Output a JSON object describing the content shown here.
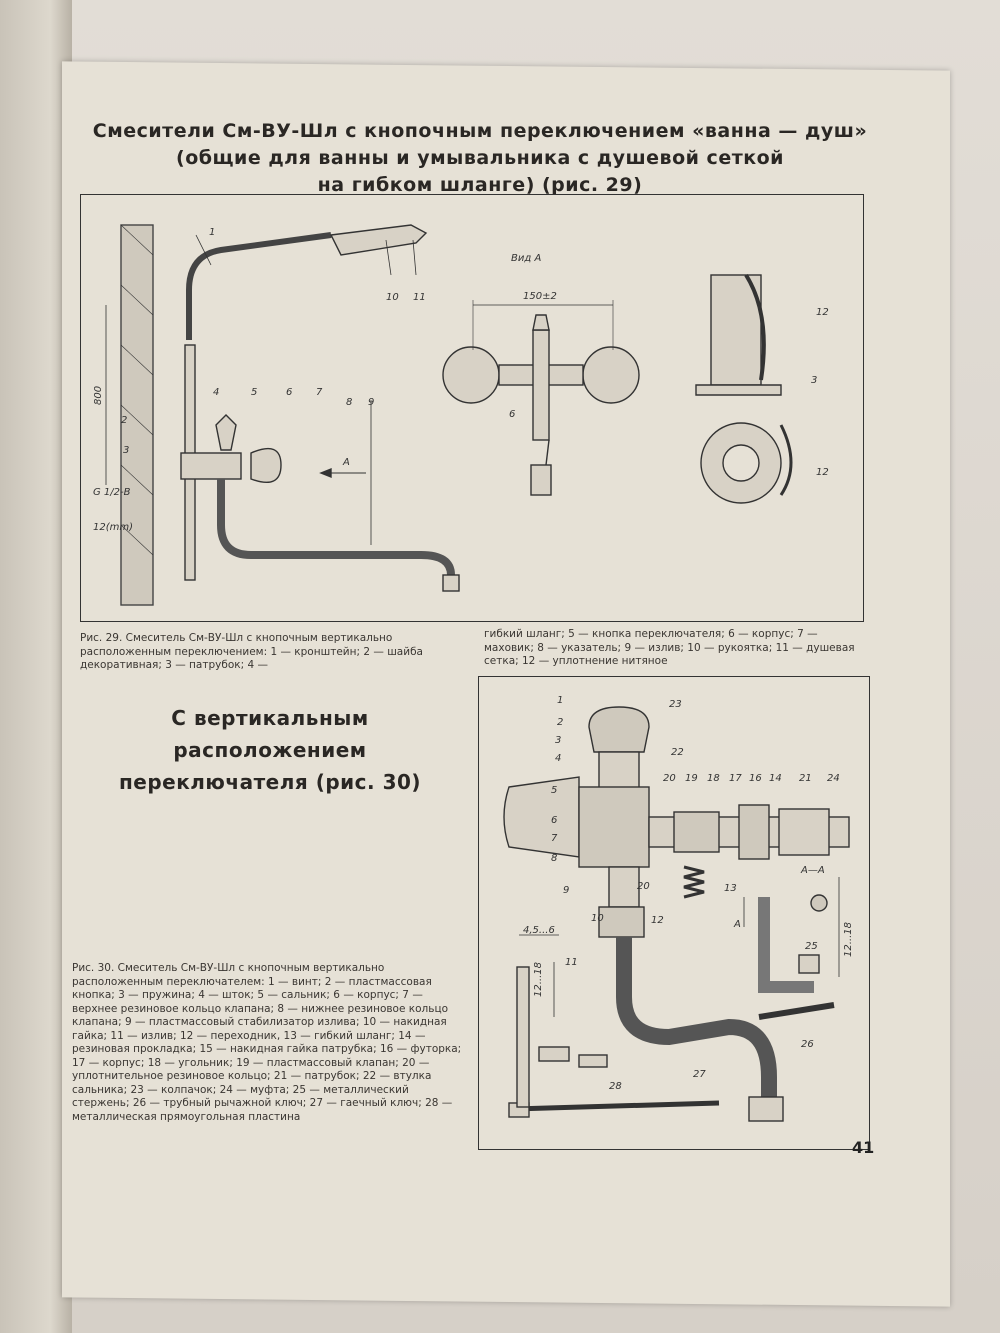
{
  "page": {
    "title_line1": "Смесители См-ВУ-Шл с кнопочным переключением «ванна — душ»",
    "title_line2": "(общие для ванны и умывальника с душевой сеткой",
    "title_line3": "на гибком шланге) (рис. 29)",
    "subtitle_line1": "С вертикальным расположением",
    "subtitle_line2": "переключателя (рис. 30)",
    "page_number": "41"
  },
  "figure29": {
    "view_label": "Вид А",
    "dimension_top": "150±2",
    "dimension_vertical": "800",
    "dimension_thread": "G 1/2-B",
    "dimension_bottom": "12(mm)",
    "arrow_label": "A",
    "part_numbers": [
      "1",
      "2",
      "3",
      "4",
      "5",
      "6",
      "7",
      "8",
      "9",
      "10",
      "11",
      "12",
      "3",
      "12",
      "6"
    ],
    "caption_a": "Рис. 29. Смеситель См-ВУ-Шл с кнопочным вертикально расположенным переключением: 1 — кронштейн; 2 — шайба декоративная; 3 — патрубок; 4 —",
    "caption_b": "гибкий шланг; 5 — кнопка переключателя; 6 — корпус; 7 — маховик; 8 — указатель; 9 — излив; 10 — рукоятка; 11 — душевая сетка; 12 — уплотнение нитяное"
  },
  "figure30": {
    "section_label": "А—А",
    "dimension_a": "4,5...6",
    "dimension_b": "12...18",
    "dimension_c": "12...18",
    "arrow_label": "A",
    "part_numbers": [
      "1",
      "2",
      "3",
      "4",
      "5",
      "6",
      "7",
      "8",
      "9",
      "10",
      "11",
      "12",
      "13",
      "14",
      "16",
      "17",
      "18",
      "19",
      "20",
      "20",
      "21",
      "22",
      "23",
      "24",
      "25",
      "26",
      "27",
      "28"
    ],
    "caption": "Рис. 30. Смеситель См-ВУ-Шл с кнопочным вертикально расположенным переключателем: 1 — винт; 2 — пластмассовая кнопка; 3 — пружина; 4 — шток; 5 — сальник; 6 — корпус; 7 — верхнее резиновое кольцо клапана; 8 — нижнее резиновое кольцо клапана; 9 — пластмассовый стабилизатор излива; 10 — накидная гайка; 11 — излив; 12 — переходник, 13 — гибкий шланг; 14 — резиновая прокладка; 15 — накидная гайка патрубка; 16 — футорка; 17 — корпус; 18 — угольник; 19 — пластмассовый клапан; 20 — уплотнительное резиновое кольцо; 21 — патрубок; 22 — втулка сальника; 23 — колпачок; 24 — муфта; 25 — металлический стержень; 26 — трубный рычажной ключ; 27 — гаечный ключ; 28 — металлическая прямоугольная пластина"
  },
  "colors": {
    "paper": "#e6e1d6",
    "ink": "#2a2724",
    "background": "#d9d4cc"
  }
}
